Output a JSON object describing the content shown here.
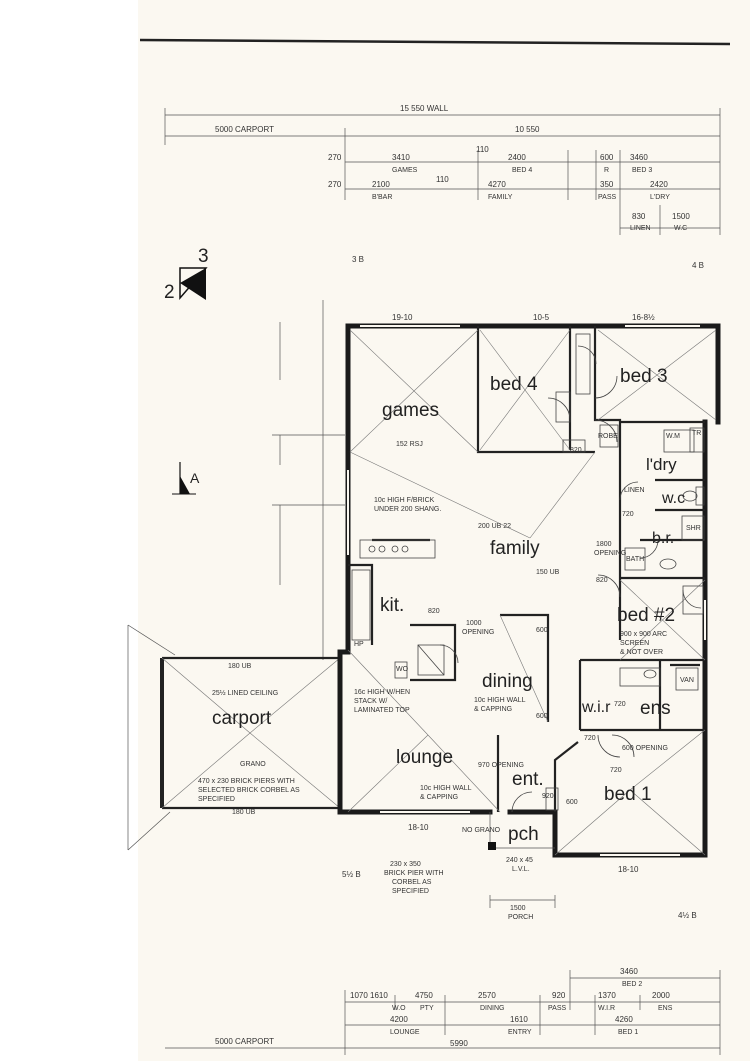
{
  "rooms": {
    "games": "games",
    "bed4": "bed 4",
    "bed3": "bed 3",
    "family": "family",
    "kit": "kit.",
    "dining": "dining",
    "carport": "carport",
    "lounge": "lounge",
    "ent": "ent.",
    "pch": "pch",
    "bed1": "bed 1",
    "bed2": "bed #2",
    "ldry": "l'dry",
    "wc": "w.c",
    "br": "b.r.",
    "wir": "w.i.r",
    "ens": "ens"
  },
  "top_dims": {
    "overall": "15 550 WALL",
    "carport": "5000  CARPORT",
    "house": "10 550",
    "r1": [
      "270",
      "3410",
      "110",
      "2400",
      "600",
      "3460"
    ],
    "r1_labels": [
      "GAMES",
      "BED 4",
      "R",
      "BED 3"
    ],
    "r2": [
      "270",
      "2100",
      "110",
      "4270",
      "350",
      "2420"
    ],
    "r2_labels": [
      "B'BAR",
      "FAMILY",
      "PASS",
      "L'DRY"
    ],
    "r3": [
      "830",
      "1500"
    ],
    "r3_labels": [
      "LINEN",
      "W.C"
    ]
  },
  "bottom_dims": {
    "r1": [
      "1070",
      "1610",
      "4750",
      "2570",
      "920",
      "1370",
      "2000"
    ],
    "r1_labels": [
      "W.O",
      "PTY",
      "DINING",
      "PASS",
      "W.I.R",
      "ENS"
    ],
    "r0": [
      "3460"
    ],
    "r0_labels": [
      "BED 2"
    ],
    "r2": [
      "4200",
      "1610",
      "4260"
    ],
    "r2_labels": [
      "LOUNGE",
      "ENTRY",
      "BED 1"
    ],
    "carport": "5000  CARPORT",
    "overall": "5990"
  },
  "notes": {
    "n_19_10": "19-10",
    "n_10_5": "10-5",
    "n_16_8": "16-8½",
    "n_18_10a": "18-10",
    "n_18_10b": "18-10",
    "n_5_8": "5½ B",
    "n_4_8a": "4 B",
    "n_4_8b": "4½ B",
    "n_3_8": "3 B",
    "joist": "152 RSJ",
    "brick_high": "10c HIGH F/BRICK",
    "brick_high2": "UNDER 200 SHANG.",
    "uib_200": "200 UB 22",
    "uib_150": "150 UB",
    "opening_1800": "1800",
    "opening_1800b": "OPENING",
    "opening_1000": "1000",
    "opening_1000b": "OPENING",
    "opening_600": "600 OPENING",
    "opening_970": "970 OPENING",
    "ceiling": "25½ LINED CEILING",
    "grano": "GRANO",
    "brick_piers": "470 x 230 BRICK PIERS WITH",
    "brick_piers2": "SELECTED BRICK CORBEL AS",
    "brick_piers3": "SPECIFIED",
    "uib_180a": "180 UB",
    "uib_180b": "180 UB",
    "wall_high": "16c HIGH W/HEN",
    "wall_high2": "STACK W/",
    "wall_high3": "LAMINATED TOP",
    "dining_wall": "10c HIGH WALL",
    "dining_wall2": "& CAPPING",
    "ent_wall": "10c HIGH WALL",
    "ent_wall2": "& CAPPING",
    "pier": "230 x 350",
    "pier2": "BRICK PIER WITH",
    "pier3": "CORBEL AS",
    "pier4": "SPECIFIED",
    "pch_dim": "240 x 45",
    "pch_dim2": "L.V.L.",
    "no_grano": "NO GRANO",
    "porch": "1500",
    "porch2": "PORCH",
    "screen": "900 x 900 ARC",
    "screen2": "SCREEN",
    "screen3": "& NOT OVER",
    "n_820a": "820",
    "n_820b": "820",
    "n_820c": "820",
    "n_720a": "720",
    "n_720b": "720",
    "n_720c": "720",
    "n_720d": "720",
    "n_600a": "600",
    "n_600b": "600",
    "n_600c": "600",
    "n_920": "920",
    "wm": "W.M",
    "tr": "TR",
    "linen": "LINEN",
    "robe": "ROBE",
    "shr": "SHR",
    "bath": "BATH",
    "vanity": "VAN",
    "hp": "HP",
    "wo": "WO",
    "section": "A",
    "north_a": "2",
    "north_b": "3"
  }
}
